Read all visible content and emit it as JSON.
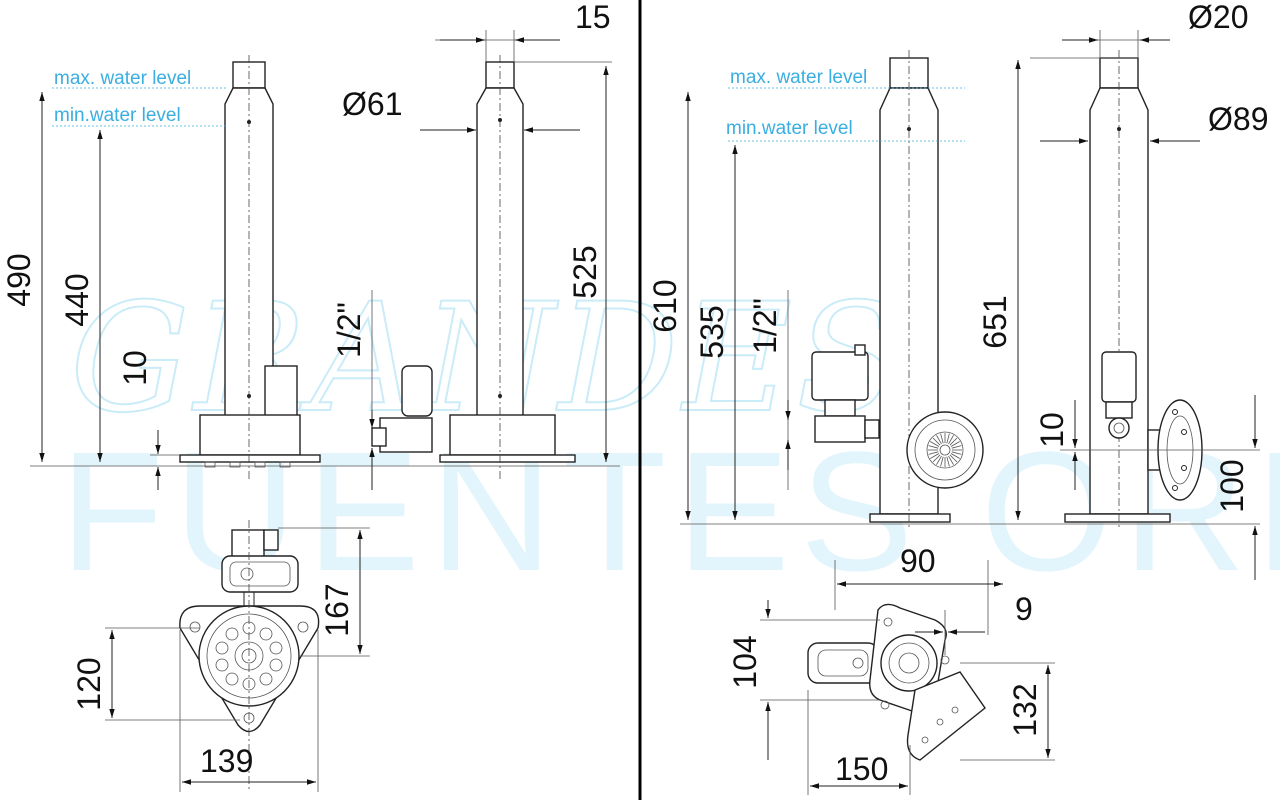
{
  "watermark": {
    "line1": "GRANDES",
    "line2": "FUENTES ORNAMENTALES"
  },
  "left": {
    "labels": {
      "max_water_level": "max. water level",
      "min_water_level": "min.water level"
    },
    "dims": {
      "d490": "490",
      "d440": "440",
      "d10": "10",
      "d15": "15",
      "d61": "Ø61",
      "d525": "525",
      "d_half": "1/2\"",
      "d167": "167",
      "d120": "120",
      "d139": "139"
    }
  },
  "right": {
    "labels": {
      "max_water_level": "max. water level",
      "min_water_level": "min.water level"
    },
    "dims": {
      "d610": "610",
      "d535": "535",
      "d_half": "1/2\"",
      "d20": "Ø20",
      "d89": "Ø89",
      "d651": "651",
      "d10": "10",
      "d100": "100",
      "d90": "90",
      "d9": "9",
      "d104": "104",
      "d132": "132",
      "d150": "150"
    }
  }
}
